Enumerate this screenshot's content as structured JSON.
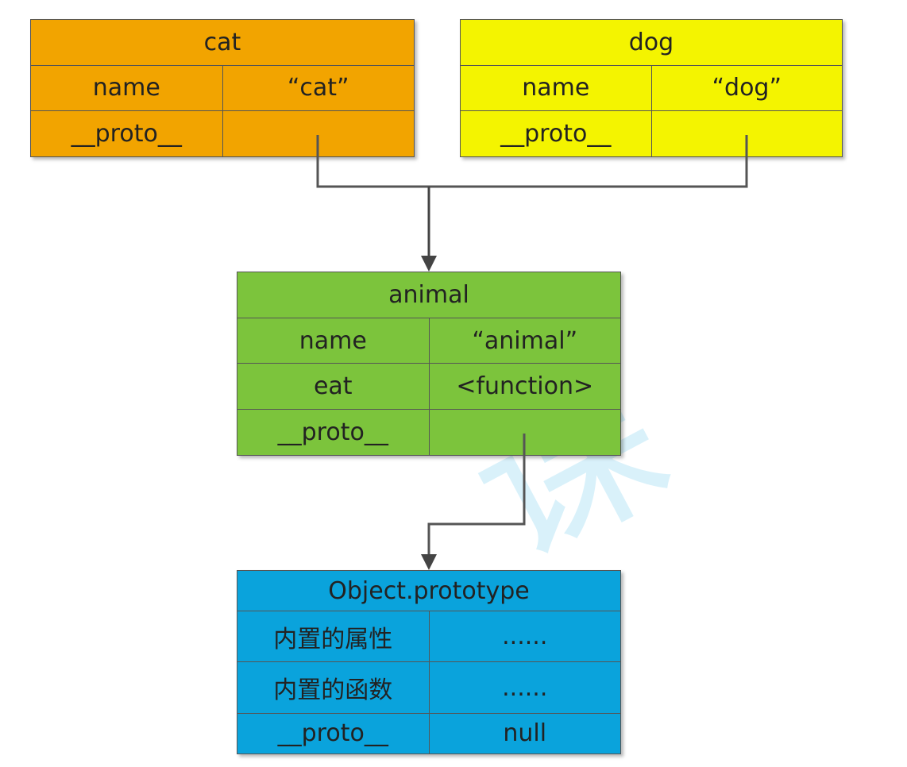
{
  "colors": {
    "cat": "#f2a400",
    "dog": "#f4f400",
    "animal": "#7cc43c",
    "object_prototype": "#0aa3dc",
    "watermark": "#c9ecf9"
  },
  "objects": {
    "cat": {
      "title": "cat",
      "rows": [
        {
          "key": "name",
          "value": "“cat”"
        },
        {
          "key": "__proto__",
          "value": ""
        }
      ]
    },
    "dog": {
      "title": "dog",
      "rows": [
        {
          "key": "name",
          "value": "“dog”"
        },
        {
          "key": "__proto__",
          "value": ""
        }
      ]
    },
    "animal": {
      "title": "animal",
      "rows": [
        {
          "key": "name",
          "value": "“animal”"
        },
        {
          "key": "eat",
          "value": "<function>"
        },
        {
          "key": "__proto__",
          "value": ""
        }
      ]
    },
    "object_prototype": {
      "title": "Object.prototype",
      "rows": [
        {
          "key": "内置的属性",
          "value": "......"
        },
        {
          "key": "内置的函数",
          "value": "......"
        },
        {
          "key": "__proto__",
          "value": "null"
        }
      ]
    }
  },
  "watermark_text": "课"
}
